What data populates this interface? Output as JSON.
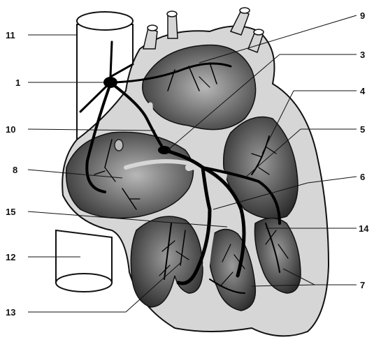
{
  "labels": {
    "l1": "1",
    "l3": "3",
    "l4": "4",
    "l5": "5",
    "l6": "6",
    "l7": "7",
    "l8": "8",
    "l9": "9",
    "l10": "10",
    "l11": "11",
    "l12": "12",
    "l13": "13",
    "l14": "14",
    "l15": "15"
  },
  "colors": {
    "outline": "#111111",
    "chamber_dark": "#3a3a3a",
    "chamber_mid": "#7a7a7a",
    "wall_light": "#d4d4d4",
    "vessel_fill": "#ffffff",
    "conduction": "#000000"
  }
}
